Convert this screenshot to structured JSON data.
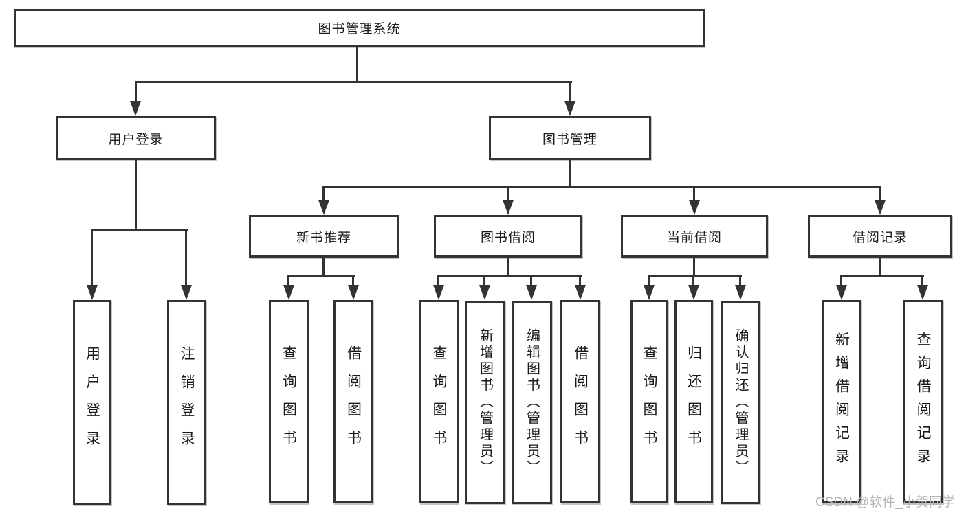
{
  "root": {
    "label": "图书管理系统"
  },
  "branches": [
    {
      "label": "用户登录",
      "children": [
        {
          "label": "用户登录"
        },
        {
          "label": "注销登录"
        }
      ]
    },
    {
      "label": "图书管理",
      "modules": [
        {
          "label": "新书推荐",
          "children": [
            {
              "label": "查询图书"
            },
            {
              "label": "借阅图书"
            }
          ]
        },
        {
          "label": "图书借阅",
          "children": [
            {
              "label": "查询图书"
            },
            {
              "label": "新增图书（管理员）"
            },
            {
              "label": "编辑图书（管理员）"
            },
            {
              "label": "借阅图书"
            }
          ]
        },
        {
          "label": "当前借阅",
          "children": [
            {
              "label": "查询图书"
            },
            {
              "label": "归还图书"
            },
            {
              "label": "确认归还（管理员）"
            }
          ]
        },
        {
          "label": "借阅记录",
          "children": [
            {
              "label": "新增借阅记录"
            },
            {
              "label": "查询借阅记录"
            }
          ]
        }
      ]
    }
  ],
  "watermark": {
    "text": "CSDN @软件_小贺同学"
  },
  "colors": {
    "line": "#333333",
    "text": "#1a1a1a",
    "watermark": "#b5b5b5",
    "background": "#ffffff"
  }
}
